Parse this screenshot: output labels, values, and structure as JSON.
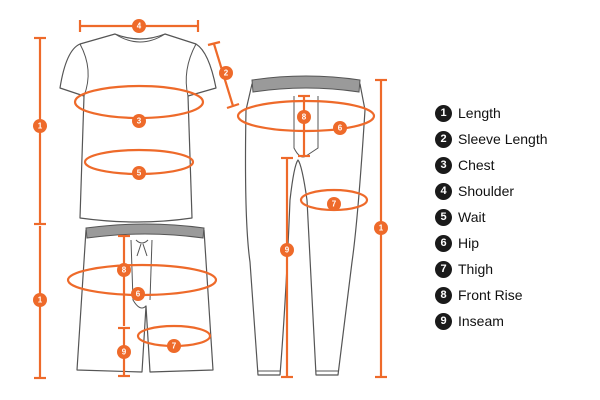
{
  "markers": {
    "length": "1",
    "sleeve_length": "2",
    "chest": "3",
    "shoulder": "4",
    "waist": "5",
    "hip": "6",
    "thigh": "7",
    "front_rise": "8",
    "inseam": "9"
  },
  "legend": [
    {
      "number": "1",
      "label": "Length"
    },
    {
      "number": "2",
      "label": "Sleeve Length"
    },
    {
      "number": "3",
      "label": "Chest"
    },
    {
      "number": "4",
      "label": "Shoulder"
    },
    {
      "number": "5",
      "label": "Wait"
    },
    {
      "number": "6",
      "label": "Hip"
    },
    {
      "number": "7",
      "label": "Thigh"
    },
    {
      "number": "8",
      "label": "Front Rise"
    },
    {
      "number": "9",
      "label": "Inseam"
    }
  ],
  "colors": {
    "measure": "#ee6a2a",
    "outline": "#555555",
    "waistband": "#9a9a9a",
    "badge": "#1a1a1a"
  }
}
